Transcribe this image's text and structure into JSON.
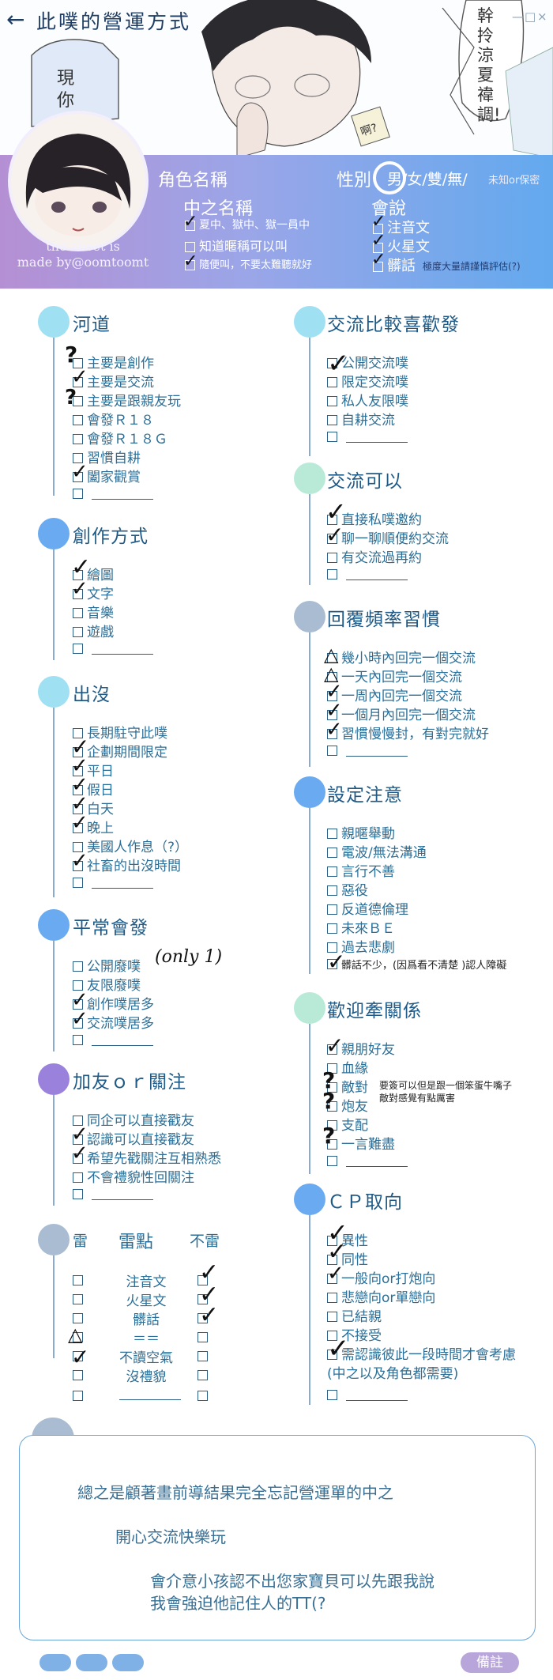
{
  "header": {
    "back_icon": "left-arrow-icon",
    "title": "此噗的營運方式",
    "window_controls": [
      "—",
      "□",
      "×"
    ],
    "bubble_left": "現你在他",
    "bubble_right": "幹拎涼夏禕調!",
    "sticky_note": "啊?",
    "credit": [
      "the sheet is",
      "made by@oomtoomt"
    ],
    "band": {
      "role_name_label": "角色名稱",
      "gender_label": "性別",
      "gender_options": "男/女/雙/無/",
      "gender_extra": "未知or保密",
      "middle_name_label": "中之名稱",
      "middle_options": [
        "夏中、獄中、獄一員中",
        "知道暱稱可以叫",
        "隨便叫，不要太難聽就好"
      ],
      "speak_label": "會說",
      "speak_options": [
        "注音文",
        "火星文",
        "髒話"
      ],
      "speak_note": "極度大量請謹慎評估(?)"
    }
  },
  "sections": {
    "river": {
      "title": "河道",
      "items": [
        "主要是創作",
        "主要是交流",
        "主要是跟親友玩",
        "會發Ｒ１８",
        "會發Ｒ１８Ｇ",
        "習慣自耕",
        "闔家觀賞",
        ""
      ]
    },
    "creation": {
      "title": "創作方式",
      "items": [
        "繪圖",
        "文字",
        "音樂",
        "遊戲",
        ""
      ]
    },
    "presence": {
      "title": "出沒",
      "items": [
        "長期駐守此噗",
        "企劃期間限定",
        "平日",
        "假日",
        "白天",
        "晚上",
        "美國人作息（?）",
        "社畜的出沒時間",
        ""
      ]
    },
    "posting": {
      "title": "平常會發",
      "items": [
        "公開廢噗",
        "友限廢噗",
        "創作噗居多",
        "交流噗居多",
        ""
      ],
      "annotation": "(only 1)"
    },
    "friend": {
      "title": "加友ｏｒ關注",
      "items": [
        "同企可以直接戳友",
        "認識可以直接戳友",
        "希望先戳關注互相熟悉",
        "不會禮貌性回關注",
        ""
      ]
    },
    "exchange_pref": {
      "title": "交流比較喜歡發",
      "items": [
        "公開交流噗",
        "限定交流噗",
        "私人友限噗",
        "自耕交流",
        ""
      ]
    },
    "exchange_ok": {
      "title": "交流可以",
      "items": [
        "直接私噗邀約",
        "聊一聊順便約交流",
        "有交流過再約",
        ""
      ]
    },
    "reply": {
      "title": "回覆頻率習慣",
      "items": [
        "幾小時內回完一個交流",
        "一天內回完一個交流",
        "一周內回完一個交流",
        "一個月內回完一個交流",
        "習慣慢慢封，有對完就好",
        ""
      ]
    },
    "setting": {
      "title": "設定注意",
      "items": [
        "親暱舉動",
        "電波/無法溝通",
        "言行不善",
        "惡役",
        "反道德倫理",
        "未來ＢＥ",
        "過去悲劇",
        ""
      ],
      "last_note": "髒話不少，(因爲看不清楚 )認人障礙"
    },
    "relation": {
      "title": "歡迎牽關係",
      "items": [
        "親朋好友",
        "血緣",
        "敵對",
        "炮友",
        "支配",
        "一言難盡",
        ""
      ],
      "note": [
        "要簽可以但是跟一個笨蛋牛嘴子",
        "敵對感覺有點厲害"
      ]
    },
    "cp": {
      "title": "ＣＰ取向",
      "items": [
        "異性",
        "同性",
        "一般向or打炮向",
        "悲戀向or單戀向",
        "已結親",
        "不接受",
        "需認識彼此一段時間才會考慮",
        "(中之以及角色都需要)",
        ""
      ]
    }
  },
  "thunder": {
    "col_left": "雷",
    "col_mid": "雷點",
    "col_right": "不雷",
    "rows": [
      "注音文",
      "火星文",
      "髒話",
      "＝＝",
      "不讀空氣",
      "沒禮貌",
      ""
    ]
  },
  "remark": {
    "lines": [
      "總之是顧著畫前導結果完全忘記營運單的中之",
      "開心交流快樂玩",
      "會介意小孩認不出您家寶貝可以先跟我說",
      "我會強迫他記住人的TT(?"
    ],
    "button": "備註"
  },
  "colors": {
    "dot_cyan": "#9fe0f3",
    "dot_blue": "#6aaaf0",
    "dot_purple": "#9a82dc",
    "dot_mint": "#b9ead8",
    "dot_slate": "#a9bcd2",
    "band_start": "#b58fd3",
    "band_end": "#63a9ee"
  }
}
